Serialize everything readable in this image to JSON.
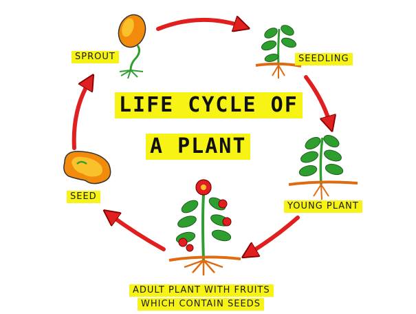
{
  "title": {
    "line1": "LIFE CYCLE OF",
    "line2": "A PLANT"
  },
  "stages": {
    "sprout": "SPROUT",
    "seedling": "SEEDLING",
    "young_plant": "YOUNG PLANT",
    "adult_plant_line1": "ADULT PLANT WITH FRUITS",
    "adult_plant_line2": "WHICH CONTAIN SEEDS",
    "seed": "SEED"
  },
  "colors": {
    "arrow": "#e02020",
    "label_highlight": "#f7f314",
    "leaf": "#2e9e2e",
    "soil": "#e06a10"
  }
}
